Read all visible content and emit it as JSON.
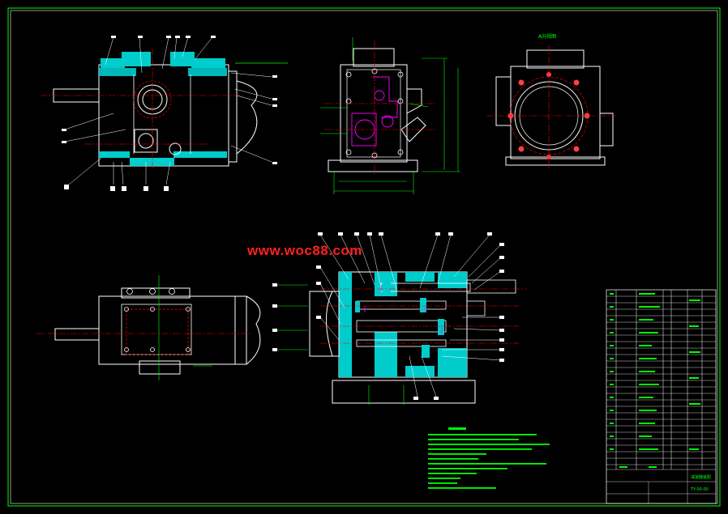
{
  "watermark": "www.woc88.com",
  "view_labels": {
    "side_view": "A向视图"
  },
  "colors": {
    "background": "#000000",
    "frame": "#00ff00",
    "outline": "#ffffff",
    "section": "#00ffff",
    "centerline": "#ff0000",
    "hidden": "#ff00ff",
    "dimension": "#00ff00",
    "watermark": "#ff2020"
  },
  "title_block": {
    "drawing_name": "减速器装配",
    "drawing_number": "TY-00-00"
  },
  "icons": [
    "section-hatch",
    "gear-icon",
    "bolt-icon"
  ]
}
